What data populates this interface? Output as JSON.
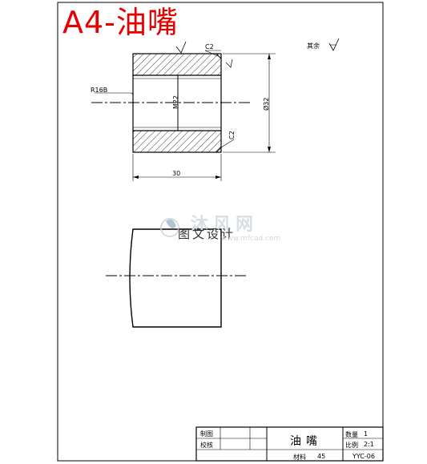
{
  "title": "A4-油嘴",
  "roughness_note": "其余",
  "dimensions": {
    "chamfer_top": "C2",
    "radius_left": "R16B",
    "thread": "M22",
    "diameter": "Ø32",
    "chamfer_bottom": "C2",
    "length": "30"
  },
  "watermark": {
    "brand": "沐风网",
    "tagline": "图文设计",
    "url": "www.mfcad.com"
  },
  "title_block": {
    "drawn_label": "制图",
    "checked_label": "校核",
    "part_name": "油嘴",
    "quantity_label": "数量",
    "quantity_value": "1",
    "scale_label": "比例",
    "scale_value": "2:1",
    "material_label": "材料",
    "material_value": "45",
    "drawing_no": "YYC-06"
  },
  "colors": {
    "title_red": "#e60000",
    "line": "#000000"
  }
}
